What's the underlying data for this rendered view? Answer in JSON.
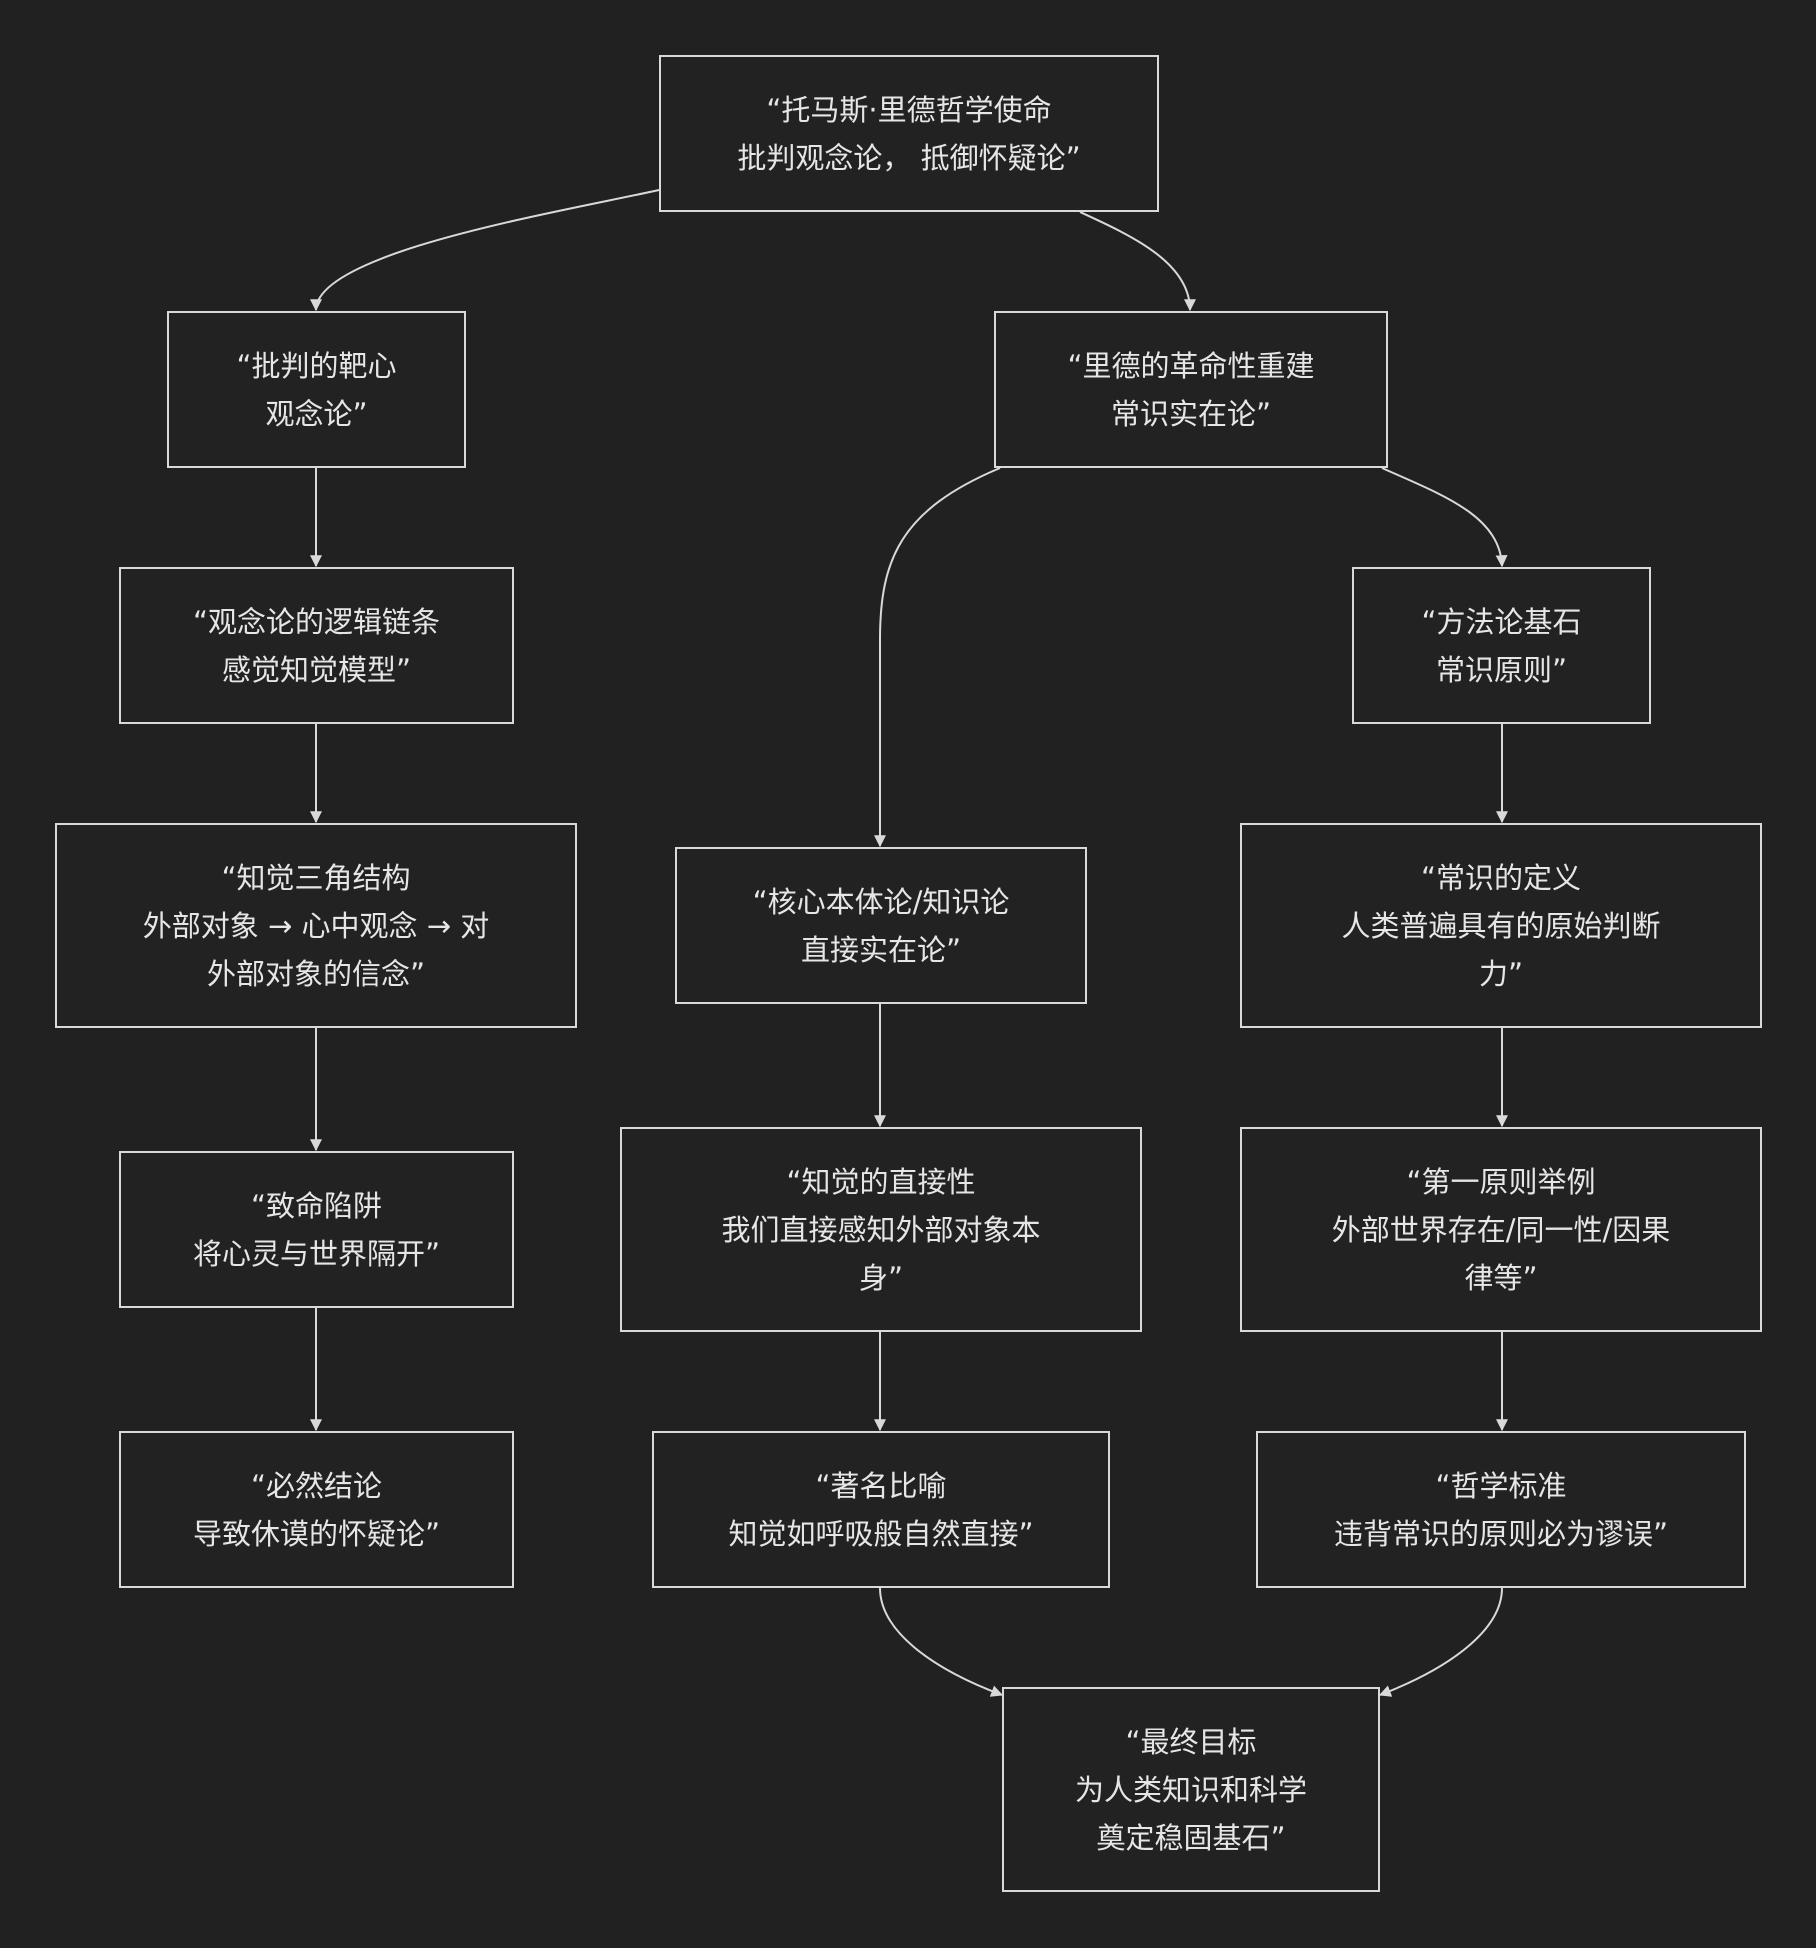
{
  "nodes": {
    "mission": {
      "lines": [
        "“托马斯·里德哲学使命",
        "批判观念论， 抵御怀疑论”"
      ]
    },
    "target": {
      "lines": [
        "“批判的靶心",
        "观念论”"
      ]
    },
    "rebuild": {
      "lines": [
        "“里德的革命性重建",
        "常识实在论”"
      ]
    },
    "logic": {
      "lines": [
        "“观念论的逻辑链条",
        "感觉知觉模型”"
      ]
    },
    "method": {
      "lines": [
        "“方法论基石",
        "常识原则”"
      ]
    },
    "triangle": {
      "lines": [
        "“知觉三角结构",
        "外部对象 → 心中观念 → 对",
        "外部对象的信念”"
      ]
    },
    "core": {
      "lines": [
        "“核心本体论/知识论",
        "直接实在论”"
      ]
    },
    "define": {
      "lines": [
        "“常识的定义",
        "人类普遍具有的原始判断",
        "力”"
      ]
    },
    "trap": {
      "lines": [
        "“致命陷阱",
        "将心灵与世界隔开”"
      ]
    },
    "direct": {
      "lines": [
        "“知觉的直接性",
        "我们直接感知外部对象本",
        "身”"
      ]
    },
    "first": {
      "lines": [
        "“第一原则举例",
        "外部世界存在/同一性/因果",
        "律等”"
      ]
    },
    "concl": {
      "lines": [
        "“必然结论",
        "导致休谟的怀疑论”"
      ]
    },
    "metaphor": {
      "lines": [
        "“著名比喻",
        "知觉如呼吸般自然直接”"
      ]
    },
    "standard": {
      "lines": [
        "“哲学标准",
        "违背常识的原则必为谬误”"
      ]
    },
    "goal": {
      "lines": [
        "“最终目标",
        "为人类知识和科学",
        "奠定稳固基石”"
      ]
    }
  },
  "edges": [
    [
      "mission",
      "target"
    ],
    [
      "mission",
      "rebuild"
    ],
    [
      "target",
      "logic"
    ],
    [
      "logic",
      "triangle"
    ],
    [
      "triangle",
      "trap"
    ],
    [
      "trap",
      "concl"
    ],
    [
      "rebuild",
      "core"
    ],
    [
      "rebuild",
      "method"
    ],
    [
      "core",
      "direct"
    ],
    [
      "direct",
      "metaphor"
    ],
    [
      "method",
      "define"
    ],
    [
      "define",
      "first"
    ],
    [
      "first",
      "standard"
    ],
    [
      "metaphor",
      "goal"
    ],
    [
      "standard",
      "goal"
    ]
  ],
  "colors": {
    "background": "#212121",
    "node_fill": "#222222",
    "stroke": "#d9d9d9",
    "text": "#e6e6e6"
  }
}
